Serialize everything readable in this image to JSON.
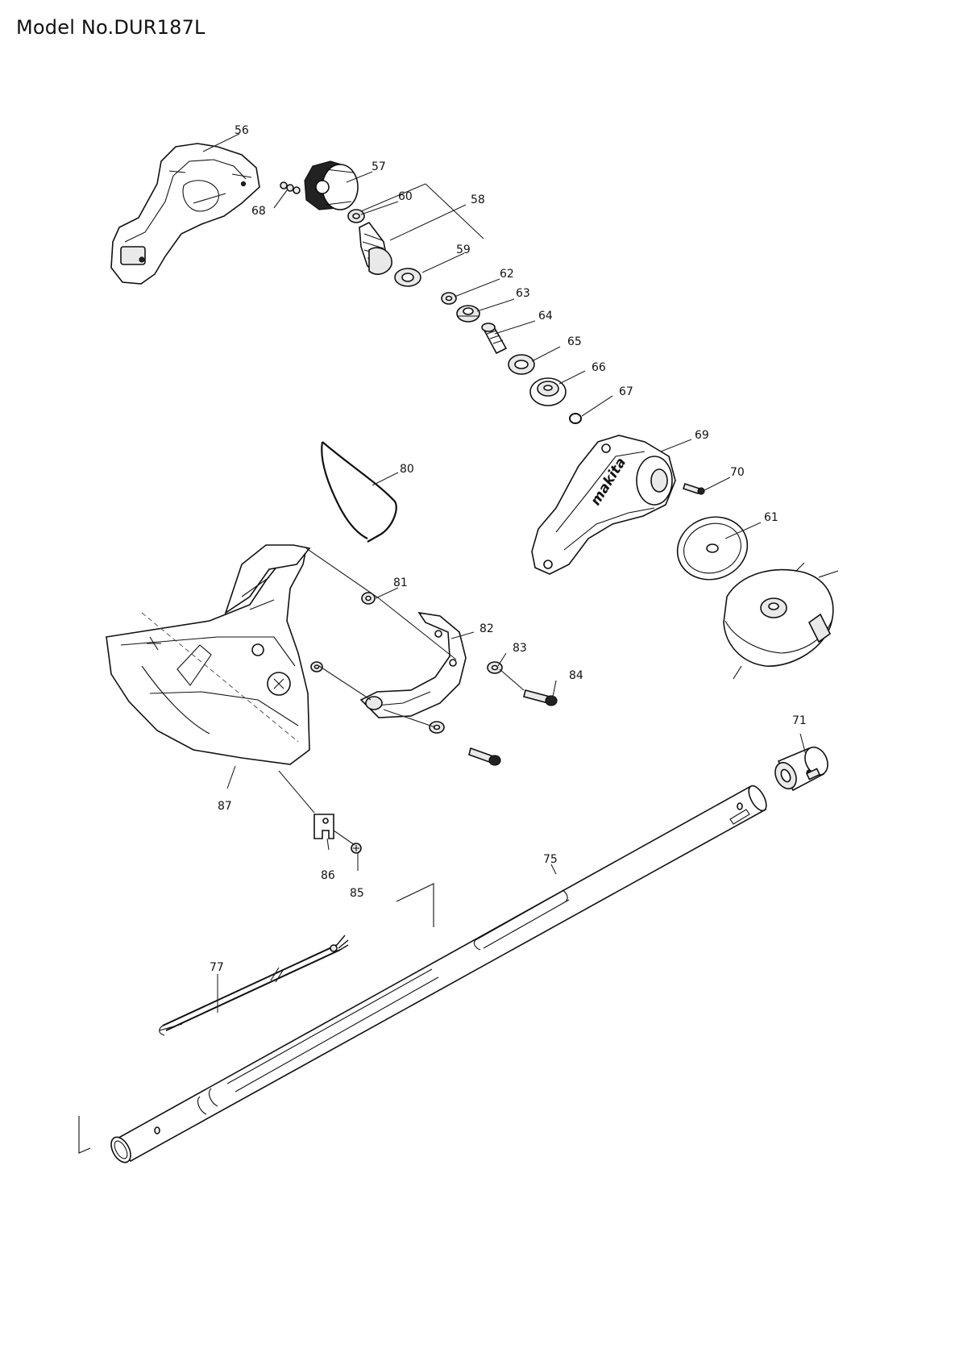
{
  "header": {
    "model_title": "Model No.DUR187L"
  },
  "labels": {
    "p56": "56",
    "p57": "57",
    "p58": "58",
    "p59": "59",
    "p60": "60",
    "p61": "61",
    "p62": "62",
    "p63": "63",
    "p64": "64",
    "p65": "65",
    "p66": "66",
    "p67": "67",
    "p68": "68",
    "p69": "69",
    "p70": "70",
    "p71": "71",
    "p75": "75",
    "p77": "77",
    "p80": "80",
    "p81": "81",
    "p82": "82",
    "p83": "83",
    "p84": "84",
    "p85": "85",
    "p86": "86",
    "p87": "87"
  },
  "icons": {
    "brand_mark": "makita"
  }
}
